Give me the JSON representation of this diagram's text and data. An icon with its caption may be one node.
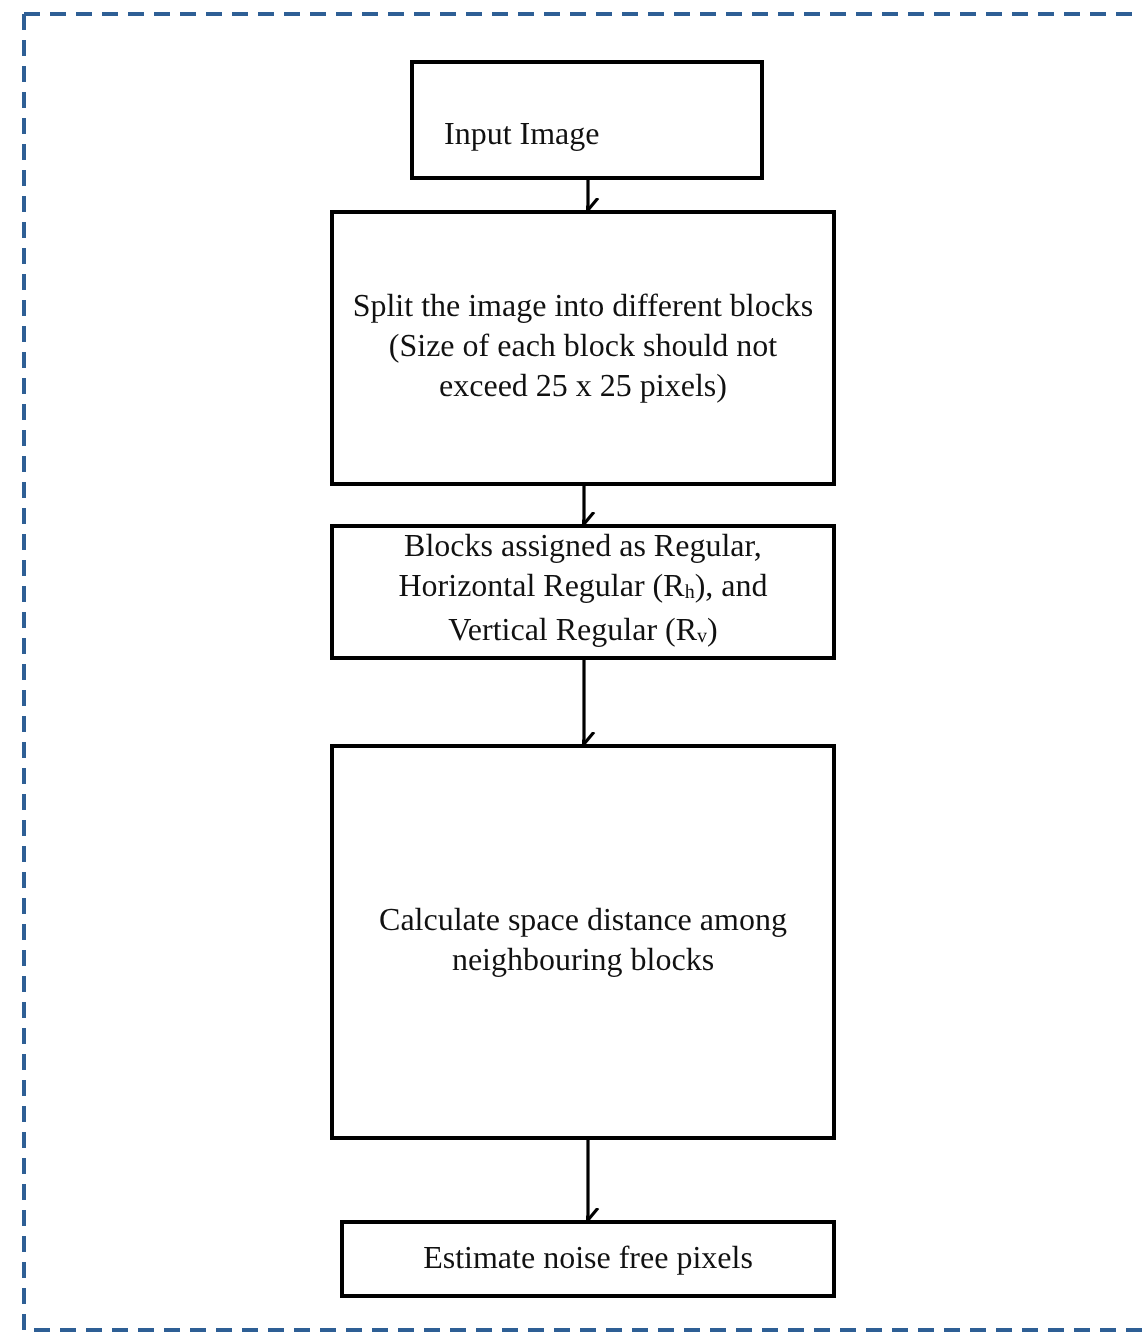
{
  "diagram": {
    "nodes": [
      {
        "text": [
          "Input Image"
        ]
      },
      {
        "text": [
          "Split the image into different blocks (Size of each block should not exceed 25 x 25 pixels)"
        ]
      },
      {
        "text": [
          "Blocks assigned as Regular, Horizontal Regular (R$_{h}$), and Vertical Regular (R$_{v}$)"
        ]
      },
      {
        "text": [
          "Calculate space distance among neighbouring blocks"
        ]
      },
      {
        "text": [
          "Estimate noise free pixels"
        ]
      }
    ],
    "edges": [
      {
        "from": 0,
        "to": 1,
        "arrow": "to"
      },
      {
        "from": 1,
        "to": 2,
        "arrow": "to"
      },
      {
        "from": 2,
        "to": 3,
        "arrow": "to"
      },
      {
        "from": 3,
        "to": 4,
        "arrow": "to"
      }
    ]
  }
}
